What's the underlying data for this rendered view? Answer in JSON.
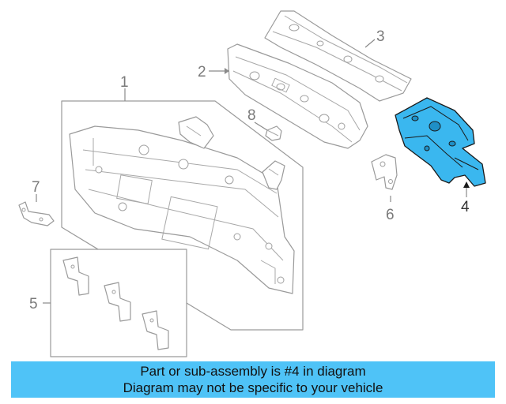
{
  "diagram": {
    "callouts": {
      "c1": "1",
      "c2": "2",
      "c3": "3",
      "c4": "4",
      "c5": "5",
      "c6": "6",
      "c7": "7",
      "c8": "8"
    },
    "highlighted_part": "4",
    "highlight_color": "#3ab7ef"
  },
  "banner": {
    "line1": "Part or sub-assembly is #4 in diagram",
    "line2": "Diagram may not be specific to your vehicle",
    "background": "#4fc3f7"
  }
}
